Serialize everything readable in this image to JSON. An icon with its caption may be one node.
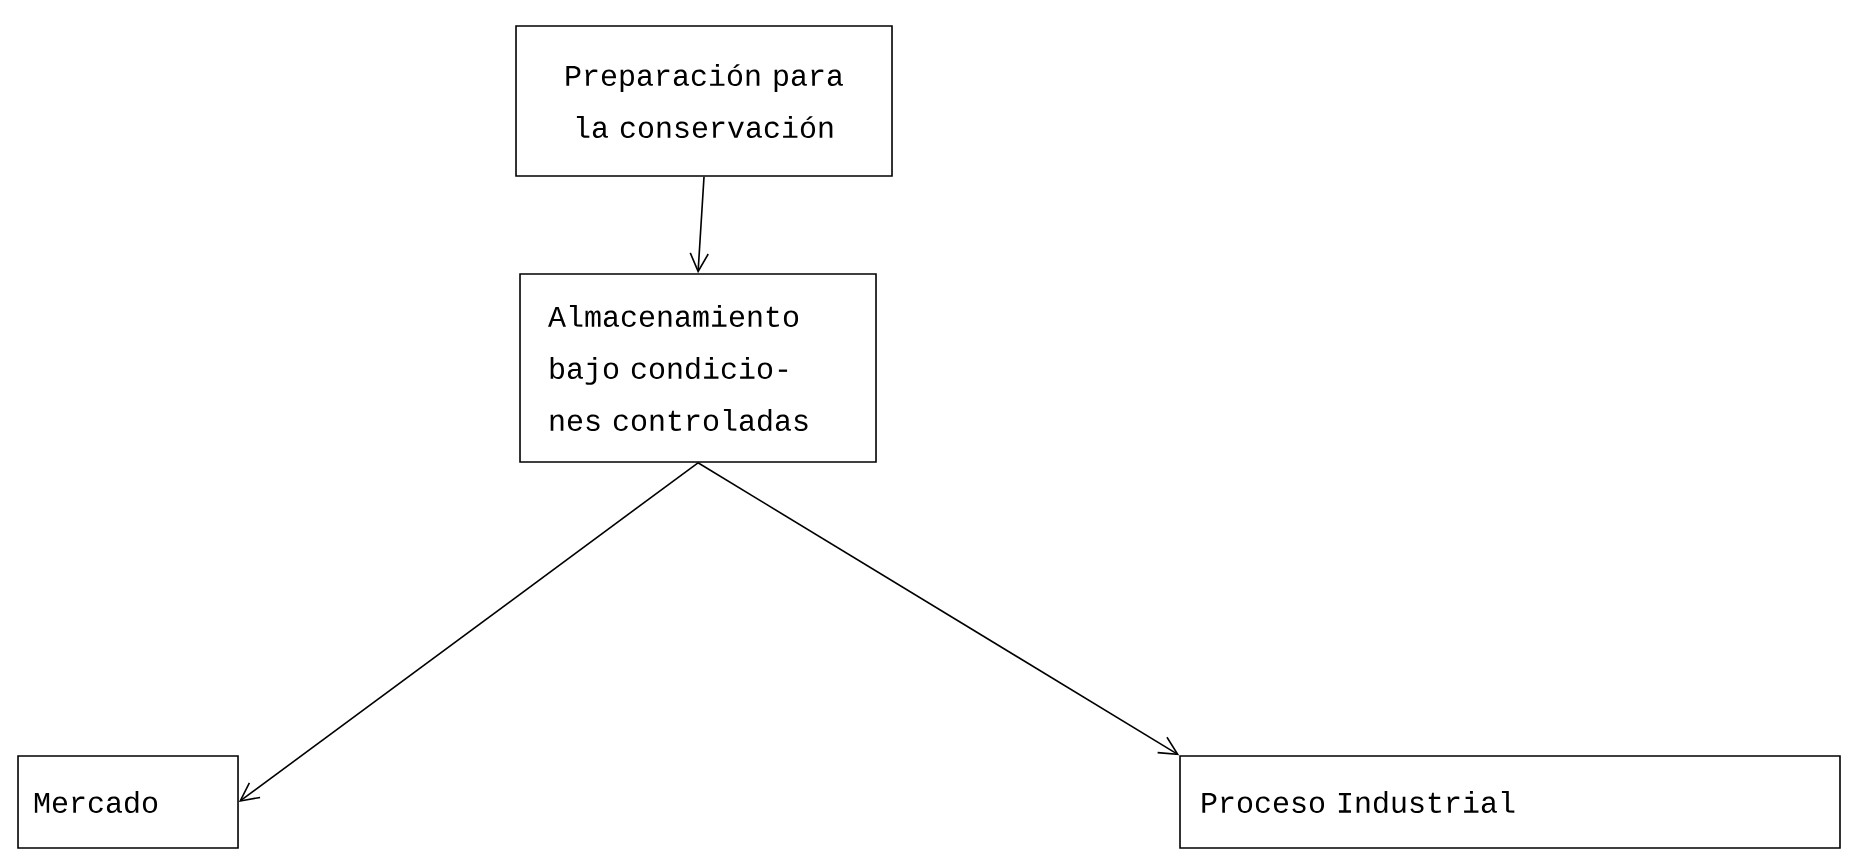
{
  "diagram": {
    "nodes": [
      {
        "text": [
          "Preparación para la conservación"
        ]
      },
      {
        "text": [
          "Almacenamiento bajo condicio- nes controladas"
        ]
      },
      {
        "text": [
          "Mercado"
        ]
      },
      {
        "text": [
          "Proceso Industrial"
        ]
      }
    ],
    "edges": [
      {
        "from": 0,
        "to": 1,
        "arrow": "to"
      },
      {
        "from": 1,
        "to": 2,
        "arrow": "to"
      },
      {
        "from": 1,
        "to": 3,
        "arrow": "to"
      }
    ]
  }
}
